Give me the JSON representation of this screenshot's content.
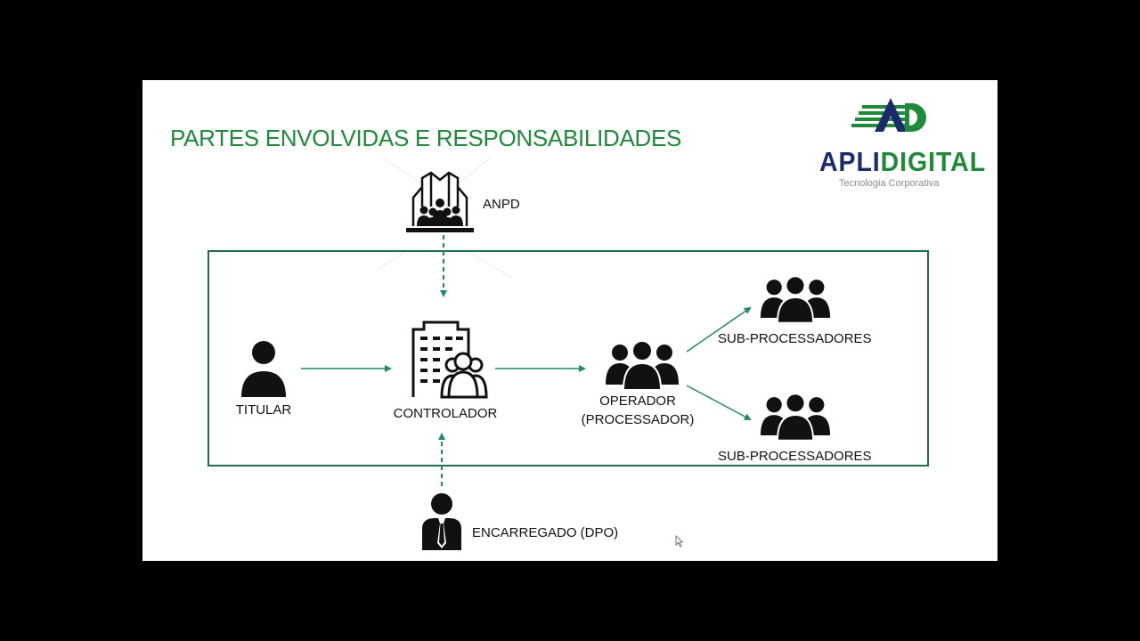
{
  "slide": {
    "title": "PARTES ENVOLVIDAS E RESPONSABILIDADES"
  },
  "logo": {
    "word_part1": "APLI",
    "word_part2": "DIGITAL",
    "tagline": "Tecnologia Corporativa"
  },
  "nodes": {
    "anpd": "ANPD",
    "titular": "TITULAR",
    "controlador": "CONTROLADOR",
    "operador_line1": "OPERADOR",
    "operador_line2": "(PROCESSADOR)",
    "sub1": "SUB-PROCESSADORES",
    "sub2": "SUB-PROCESSADORES",
    "encarregado": "ENCARREGADO (DPO)"
  },
  "colors": {
    "title_green": "#1f8a3a",
    "arrow_teal": "#1f8a6a",
    "frame_green": "#1f6f4a",
    "logo_blue": "#1b2a6b",
    "logo_green": "#1f8a3a"
  },
  "icons": {
    "anpd": "government-building-people-icon",
    "titular": "person-icon",
    "controlador": "office-building-group-icon",
    "operador": "group-icon",
    "sub": "group-icon",
    "encarregado": "businessman-tie-icon"
  }
}
